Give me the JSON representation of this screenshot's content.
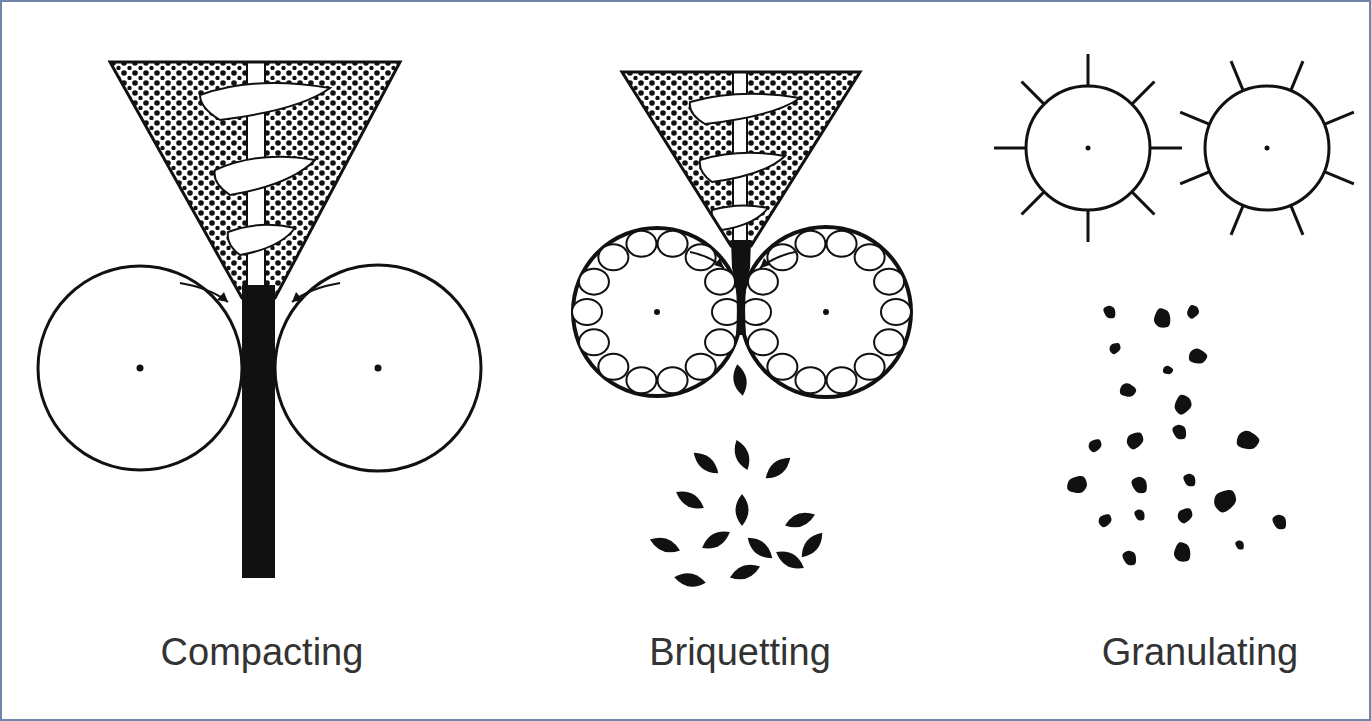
{
  "diagram": {
    "labels": [
      "Compacting",
      "Briquetting",
      "Granulating"
    ]
  }
}
